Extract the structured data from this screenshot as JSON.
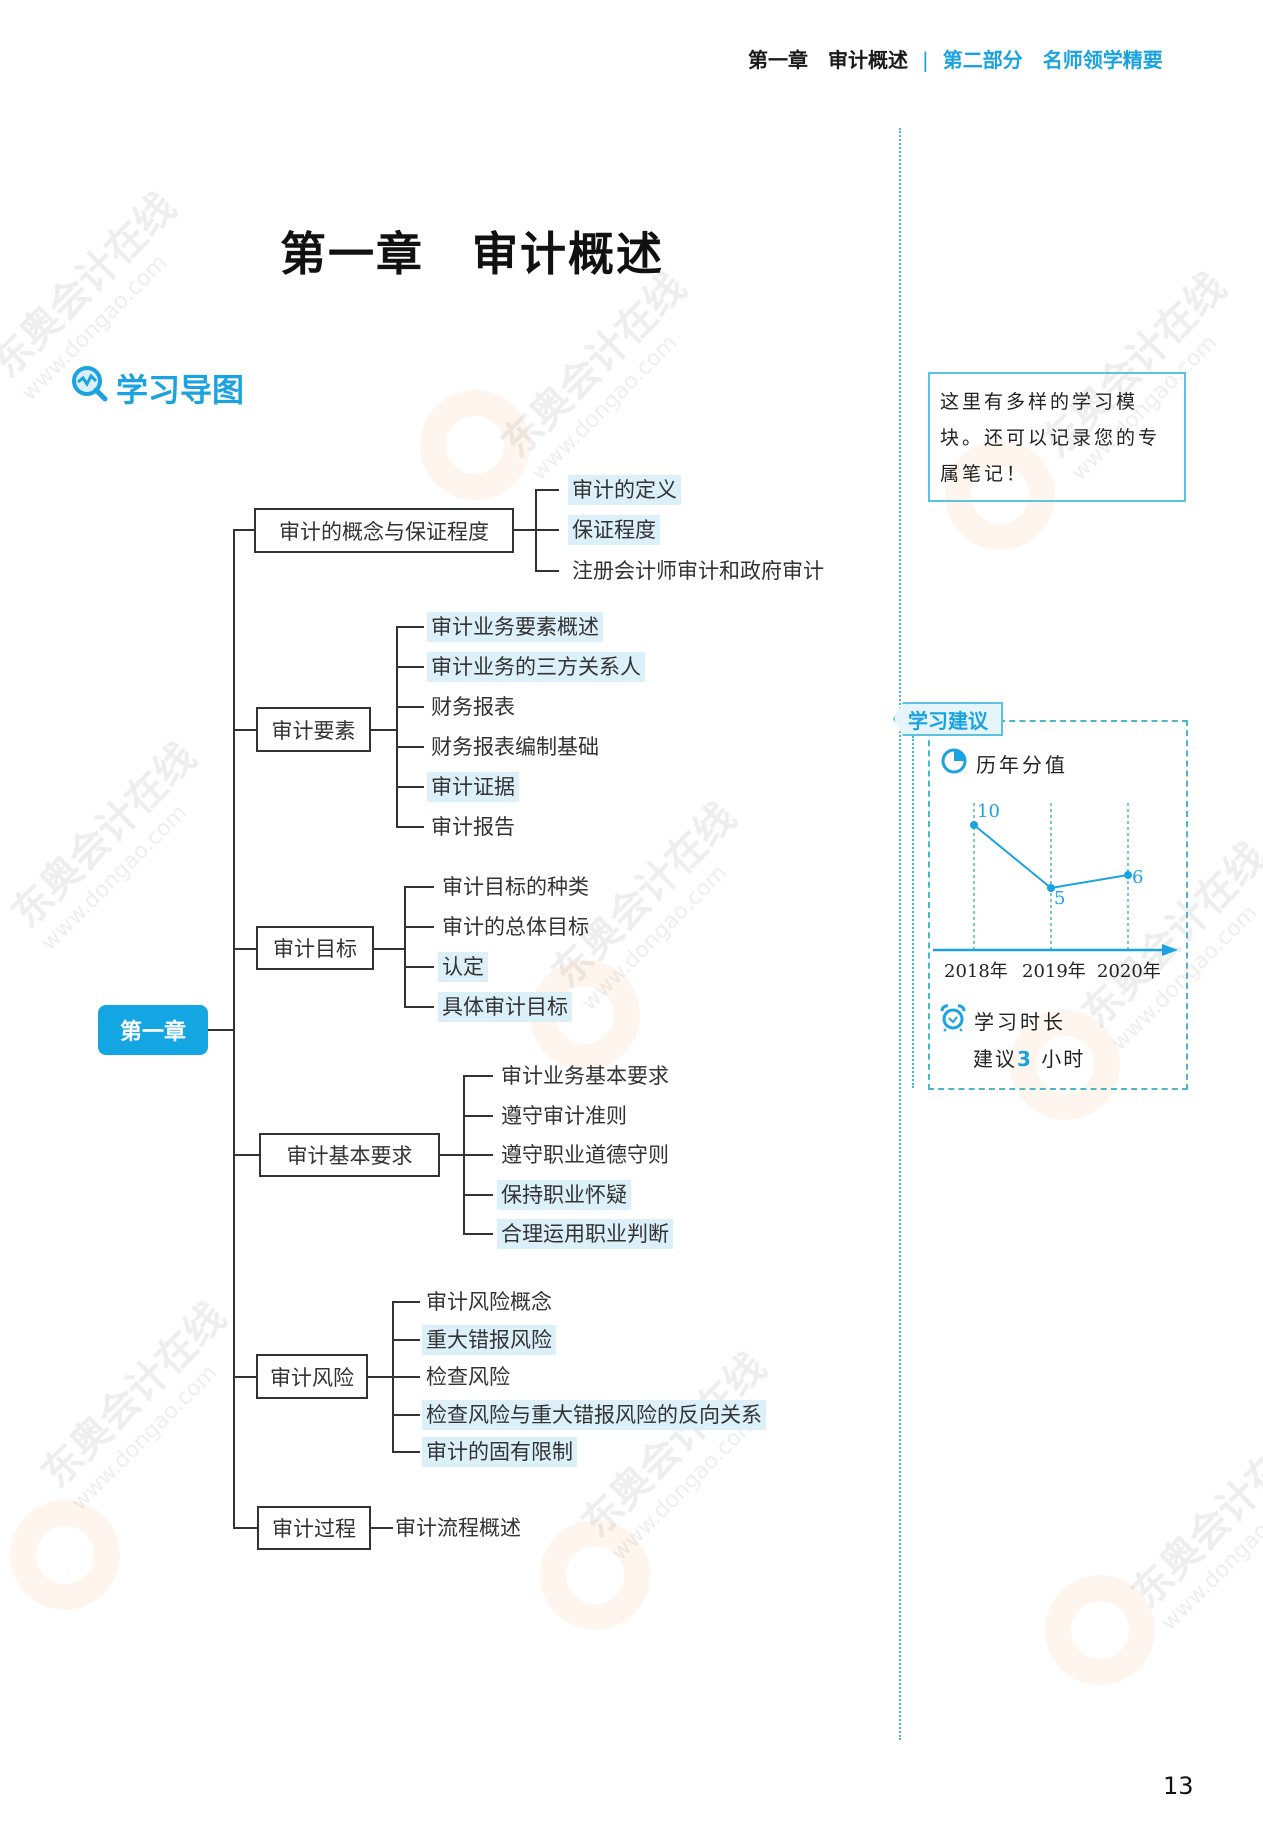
{
  "header": {
    "chapter": "第一章",
    "chapter_title": "审计概述",
    "separator": "|",
    "part": "第二部分",
    "section": "名师领学精要"
  },
  "title": {
    "chapter": "第一章",
    "name": "审计概述"
  },
  "study_guide": {
    "icon": "magnifier-chart-icon",
    "label": "学习导图"
  },
  "mindmap": {
    "root": "第一章",
    "branches": [
      {
        "label": "审计的概念与保证程度",
        "children": [
          {
            "label": "审计的定义",
            "highlight": true
          },
          {
            "label": "保证程度",
            "highlight": true
          },
          {
            "label": "注册会计师审计和政府审计",
            "highlight": false
          }
        ]
      },
      {
        "label": "审计要素",
        "children": [
          {
            "label": "审计业务要素概述",
            "highlight": true
          },
          {
            "label": "审计业务的三方关系人",
            "highlight": true
          },
          {
            "label": "财务报表",
            "highlight": false
          },
          {
            "label": "财务报表编制基础",
            "highlight": false
          },
          {
            "label": "审计证据",
            "highlight": true
          },
          {
            "label": "审计报告",
            "highlight": false
          }
        ]
      },
      {
        "label": "审计目标",
        "children": [
          {
            "label": "审计目标的种类",
            "highlight": false
          },
          {
            "label": "审计的总体目标",
            "highlight": false
          },
          {
            "label": "认定",
            "highlight": true
          },
          {
            "label": "具体审计目标",
            "highlight": true
          }
        ]
      },
      {
        "label": "审计基本要求",
        "children": [
          {
            "label": "审计业务基本要求",
            "highlight": false
          },
          {
            "label": "遵守审计准则",
            "highlight": false
          },
          {
            "label": "遵守职业道德守则",
            "highlight": false
          },
          {
            "label": "保持职业怀疑",
            "highlight": true
          },
          {
            "label": "合理运用职业判断",
            "highlight": true
          }
        ]
      },
      {
        "label": "审计风险",
        "children": [
          {
            "label": "审计风险概念",
            "highlight": false
          },
          {
            "label": "重大错报风险",
            "highlight": true
          },
          {
            "label": "检查风险",
            "highlight": false
          },
          {
            "label": "检查风险与重大错报风险的反向关系",
            "highlight": true
          },
          {
            "label": "审计的固有限制",
            "highlight": true
          }
        ]
      },
      {
        "label": "审计过程",
        "children": [
          {
            "label": "审计流程概述",
            "highlight": false
          }
        ]
      }
    ]
  },
  "sidebar": {
    "note_text": "这里有多样的学习模块。还可以记录您的专属笔记！",
    "study_advice": {
      "tag": "学习建议",
      "score_title": "历年分值",
      "score_icon": "pie-chart-icon",
      "duration_title": "学习时长",
      "duration_icon": "alarm-clock-icon",
      "duration_prefix": "建议",
      "duration_value": "3",
      "duration_suffix": " 小时"
    }
  },
  "chart_data": {
    "type": "line",
    "title": "历年分值",
    "categories": [
      "2018年",
      "2019年",
      "2020年"
    ],
    "values": [
      10,
      5,
      6
    ],
    "data_labels": [
      "10",
      "5",
      "6"
    ],
    "xlabel": "",
    "ylabel": "",
    "grid": "vertical dotted guides at each year",
    "color": "#1aa3e0"
  },
  "page_number": "13",
  "watermark": {
    "brand": "东奥会计在线",
    "url": "www.dongao.com"
  },
  "colors": {
    "accent": "#1aa3e0",
    "highlight": "#dcf0fa",
    "root": "#14a5e3",
    "divider": "#4bb7c8"
  }
}
